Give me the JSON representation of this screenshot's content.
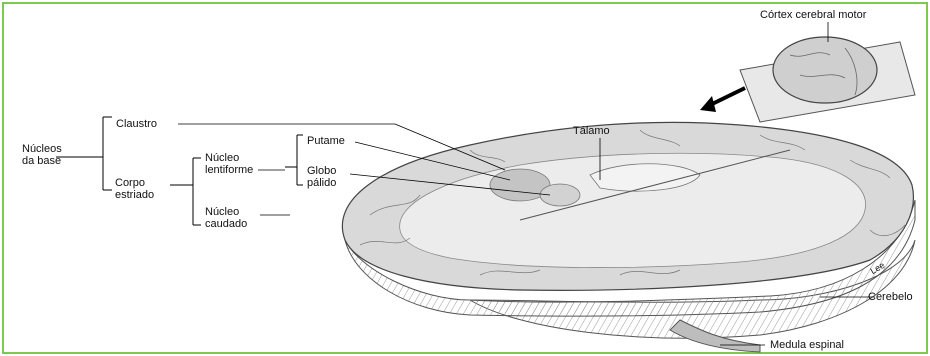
{
  "labels": {
    "nucleos_base": "Núcleos\nda base",
    "claustro": "Claustro",
    "corpo_estriado": "Corpo\nestriado",
    "nucleo_lentiforme": "Núcleo\nlentiforme",
    "putame": "Putame",
    "globo_palido": "Globo\npálido",
    "nucleo_caudado": "Núcleo\ncaudado",
    "talamo": "Tálamo",
    "cortex_motor": "Córtex cerebral motor",
    "cerebelo": "Cerebelo",
    "medula_espinal": "Medula espinal",
    "signature": "Lee"
  }
}
